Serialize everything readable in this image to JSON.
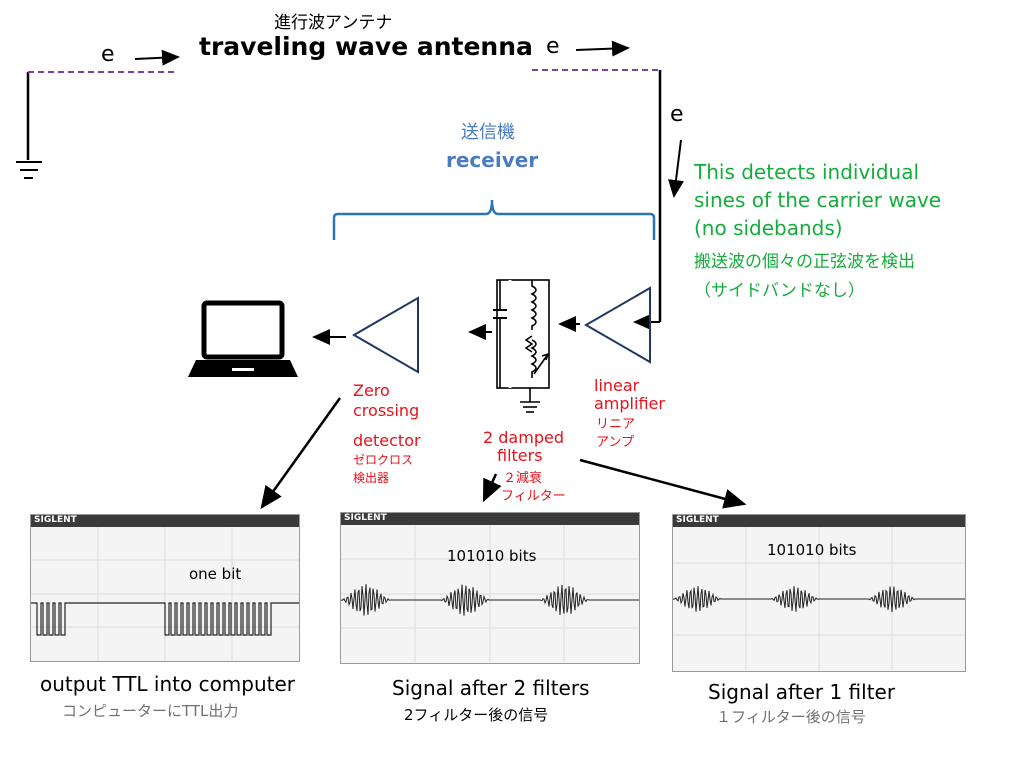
{
  "antenna": {
    "title_jp": "進行波アンテナ",
    "title_en": "traveling wave antenna",
    "electron_1": "e",
    "electron_2": "e",
    "electron_3": "e"
  },
  "receiver": {
    "title_jp": "送信機",
    "title_en": "receiver"
  },
  "note": {
    "line1": "This detects individual",
    "line2": "sines of the carrier wave",
    "line3": "(no sidebands)",
    "jp1": "搬送波の個々の正弦波を検出",
    "jp2": "（サイドバンドなし）"
  },
  "labels": {
    "zero_line1": "Zero",
    "zero_line2": "crossing",
    "zero_line3": "detector",
    "zero_jp1": "ゼロクロス",
    "zero_jp2": "検出器",
    "filters_line1": "2 damped",
    "filters_line2": "filters",
    "filters_jp1": "２減衰",
    "filters_jp2": "フィルター",
    "amp_line1": "linear",
    "amp_line2": "amplifier",
    "amp_jp1": "リニア",
    "amp_jp2": "アンプ"
  },
  "scopes": [
    {
      "brand": "SIGLENT",
      "inner_label": "one bit",
      "caption": "output TTL into computer",
      "caption_jp": "コンピューターにTTL出力"
    },
    {
      "brand": "SIGLENT",
      "inner_label": "101010 bits",
      "caption": "Signal after 2 filters",
      "caption_jp": "2フィルター後の信号"
    },
    {
      "brand": "SIGLENT",
      "inner_label": "101010 bits",
      "caption": "Signal after 1 filter",
      "caption_jp": "１フィルター後の信号"
    }
  ],
  "colors": {
    "antenna_dashes": "#7b3fa8",
    "receiver_bracket": "#2e75b6",
    "amplifier_outline": "#1f3864",
    "labels_red": "#e8111a",
    "note_green": "#14ad3c"
  }
}
